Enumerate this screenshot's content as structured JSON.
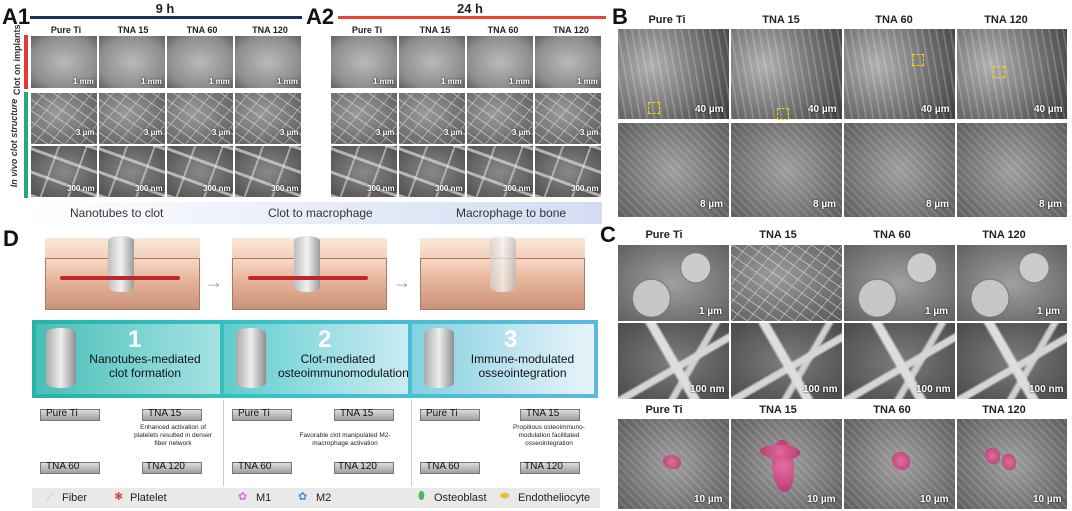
{
  "panels": {
    "A1": "A1",
    "A2": "A2",
    "B": "B",
    "C": "C",
    "D": "D"
  },
  "time": {
    "t1": "9 h",
    "t2": "24 h"
  },
  "colors": {
    "navy": "#1f2e5c",
    "red": "#e7472f",
    "yellow": "#ffd400",
    "pink": "#d4477f"
  },
  "columns": [
    "Pure Ti",
    "TNA 15",
    "TNA 60",
    "TNA 120"
  ],
  "rowlabels": {
    "clot": "Clot on implants",
    "invivo": "In vivo clot structure"
  },
  "scale": {
    "mm": "1 mm",
    "um3": "3 µm",
    "nm300": "300 nm",
    "um40": "40 µm",
    "um8": "8 µm",
    "um1": "1 µm",
    "nm100": "100 nm",
    "um10": "10 µm"
  },
  "stages": [
    "Nanotubes to clot",
    "Clot to macrophage",
    "Macrophage to bone"
  ],
  "steps": [
    {
      "num": "1",
      "text": "Nanotubes-mediated clot formation"
    },
    {
      "num": "2",
      "text": "Clot-mediated osteoimmunomodulation"
    },
    {
      "num": "3",
      "text": "Immune-modulated osseointegration"
    }
  ],
  "chips": [
    "Pure Ti",
    "TNA 15",
    "TNA 60",
    "TNA 120"
  ],
  "descriptions": [
    "Enhanced activation of platelets resulted in denser fiber network",
    "Favorable clot manipulated M2-macrophage activation",
    "Propitious osteoimmuno-modulation facilitated osseointegration"
  ],
  "legend": [
    "Fiber",
    "Platelet",
    "M1",
    "M2",
    "Osteoblast",
    "Endotheliocyte"
  ]
}
